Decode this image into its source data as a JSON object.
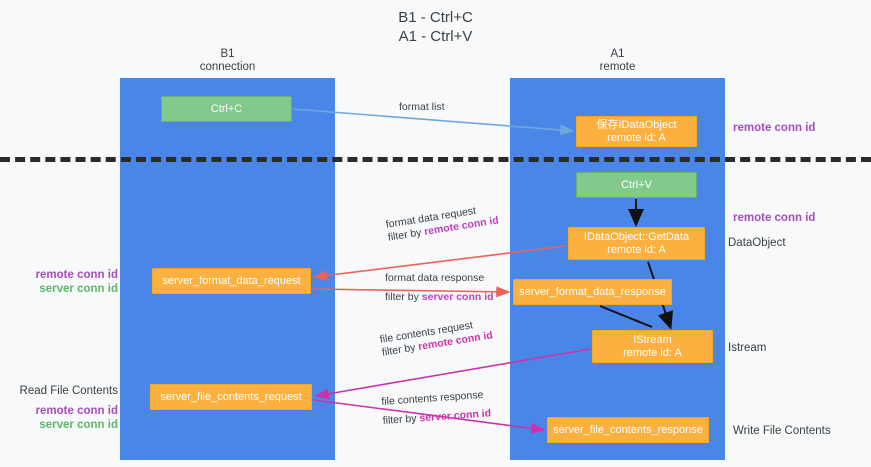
{
  "title": "B1 - Ctrl+C\nA1 - Ctrl+V",
  "colors": {
    "background": "#f8f9fa",
    "lane": "#4a86e8",
    "node_green": "#82c98c",
    "node_orange": "#fbb040",
    "divider": "#2b2b2b",
    "accent_purple": "#a64dbd",
    "accent_green": "#62b56a",
    "arrow_blue": "#6fa8dc",
    "arrow_red": "#e8645a",
    "arrow_magenta": "#cc33aa",
    "arrow_black": "#000000",
    "text": "#3c4043"
  },
  "lanes": [
    {
      "id": "b1",
      "title": "B1\nconnection"
    },
    {
      "id": "a1",
      "title": "A1\nremote"
    }
  ],
  "nodes": {
    "ctrl_c": {
      "line1": "Ctrl+C",
      "line2": "",
      "kind": "green"
    },
    "save_dataobject": {
      "line1": "保存IDataObject",
      "line2": "remote id: A",
      "kind": "orange"
    },
    "ctrl_v": {
      "line1": "Ctrl+V",
      "line2": "",
      "kind": "green"
    },
    "getdata": {
      "line1": "IDataObject::GetData",
      "line2": "remote id: A",
      "kind": "orange"
    },
    "fmt_request": {
      "line1": "server_format_data_request",
      "line2": "",
      "kind": "orange"
    },
    "fmt_response": {
      "line1": "server_format_data_response",
      "line2": "",
      "kind": "orange"
    },
    "istream": {
      "line1": "IStream",
      "line2": "remote id: A",
      "kind": "orange"
    },
    "file_request": {
      "line1": "server_file_contents_request",
      "line2": "",
      "kind": "orange"
    },
    "file_response": {
      "line1": "server_file_contents_response",
      "line2": "",
      "kind": "orange"
    }
  },
  "edge_labels": {
    "format_list": "format list",
    "fmt_request_line1": "format data request",
    "fmt_request_filter_prefix": "filter by ",
    "fmt_request_filter_key": "remote conn id",
    "fmt_response_line1": "format data response",
    "fmt_response_filter_prefix": "filter by ",
    "fmt_response_filter_key": "server conn id",
    "file_request_line1": "file contents request",
    "file_request_filter_prefix": "filter by ",
    "file_request_filter_key": "remote conn id",
    "file_response_line1": "file contents response",
    "file_response_filter_prefix": "filter by ",
    "file_response_filter_key": "server conn id"
  },
  "side_notes": {
    "right_remote_conn_top": "remote conn id",
    "right_remote_conn_mid": "remote conn id",
    "right_dataobject": "DataObject",
    "right_istream": "Istream",
    "right_write_file": "Write File Contents",
    "left_remote_conn": "remote conn id",
    "left_server_conn": "server conn id",
    "left_read_file": "Read File Contents",
    "left_remote_conn_2": "remote conn id",
    "left_server_conn_2": "server conn id"
  }
}
